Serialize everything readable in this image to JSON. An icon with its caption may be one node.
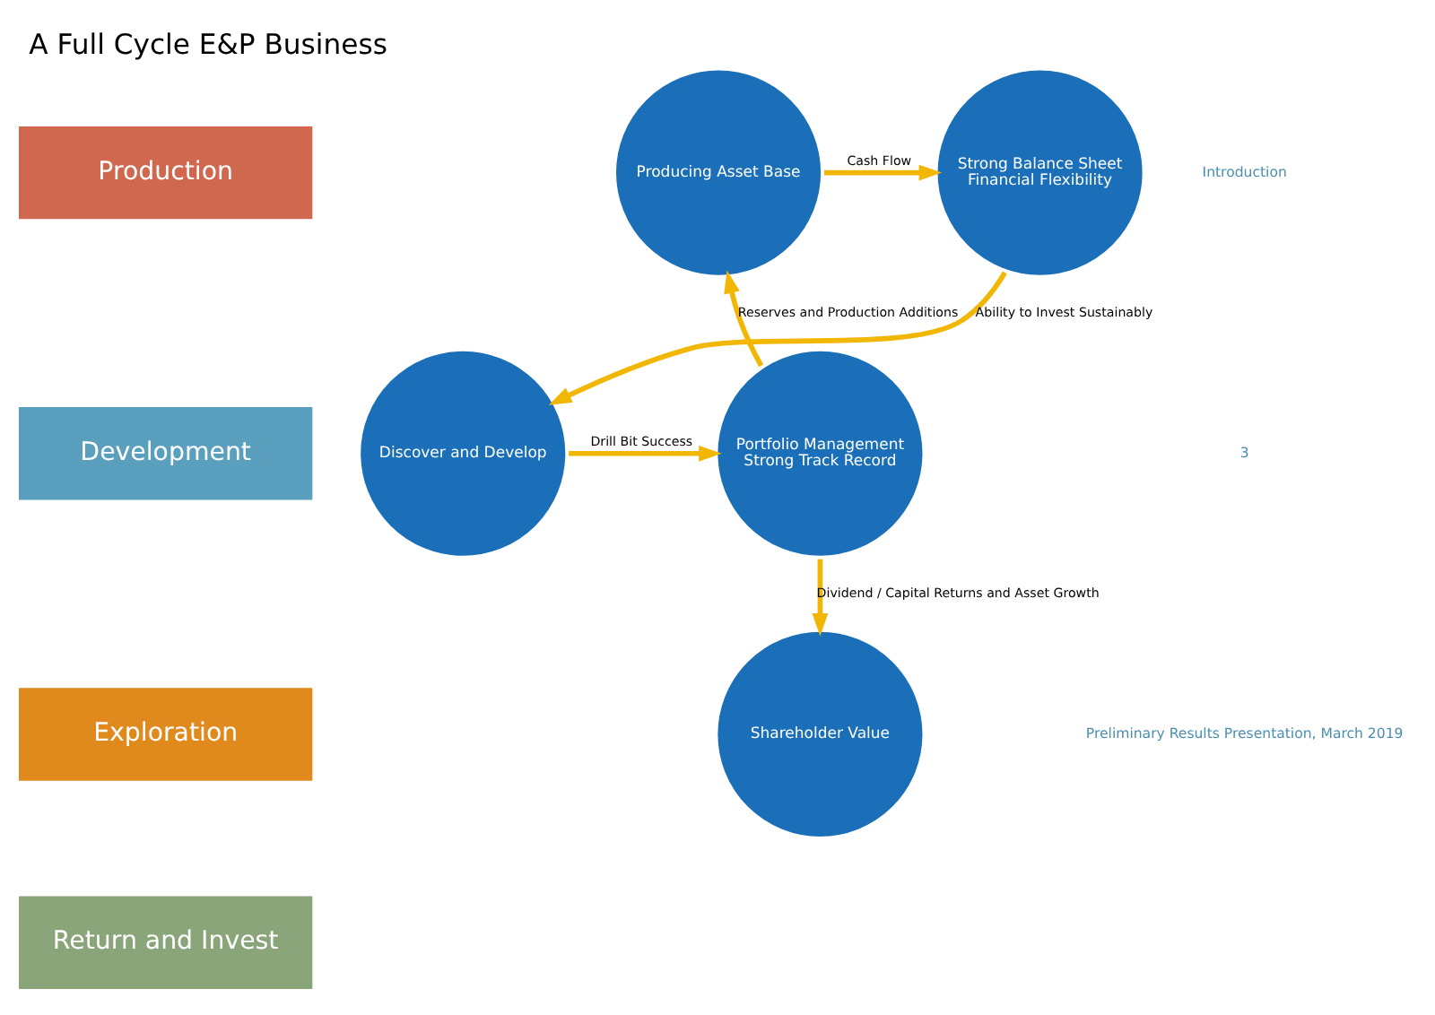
{
  "diagram": {
    "title": "A Full Cycle E&P Business",
    "nodes": [
      {
        "text": [
          "Production"
        ]
      },
      {
        "text": [
          "Development"
        ]
      },
      {
        "text": [
          "Exploration"
        ]
      },
      {
        "text": [
          "Return and Invest"
        ]
      },
      {
        "text": [
          "Producing Asset Base"
        ]
      },
      {
        "text": [
          "Strong Balance Sheet",
          "Financial Flexibility"
        ]
      },
      {
        "text": [
          "Discover and Develop"
        ]
      },
      {
        "text": [
          "Portfolio Management",
          "Strong Track Record"
        ]
      },
      {
        "text": [
          "Shareholder Value"
        ]
      }
    ],
    "edges": [
      {
        "from": 4,
        "to": 5,
        "arrow": "to",
        "label": "Cash Flow"
      },
      {
        "from": 5,
        "to": 6,
        "arrow": "to",
        "label": "Ability to Invest Sustainably"
      },
      {
        "from": 6,
        "to": 7,
        "arrow": "to",
        "label": "Drill Bit Success"
      },
      {
        "from": 7,
        "to": 4,
        "arrow": "to",
        "label": "Reserves and Production Additions"
      },
      {
        "from": 7,
        "to": 8,
        "arrow": "to",
        "label": "Dividend / Capital Returns and Asset Growth"
      }
    ],
    "labels": [
      "Introduction",
      "3",
      "Preliminary Results Presentation, March 2019"
    ]
  }
}
